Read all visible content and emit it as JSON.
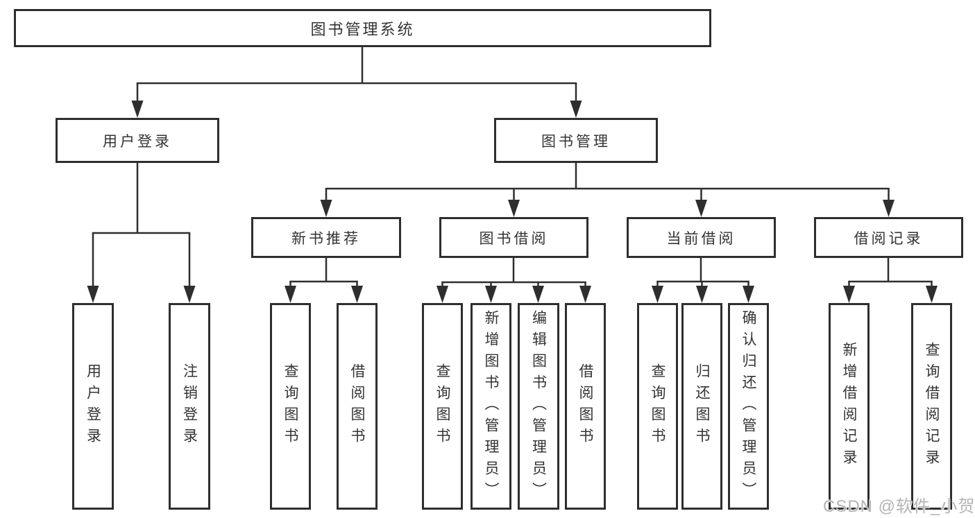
{
  "diagram": {
    "root": {
      "label": "图书管理系统",
      "children": [
        {
          "label": "用户登录",
          "children": [
            {
              "label": "用户登录"
            },
            {
              "label": "注销登录"
            }
          ]
        },
        {
          "label": "图书管理",
          "children": [
            {
              "label": "新书推荐",
              "children": [
                {
                  "label": "查询图书"
                },
                {
                  "label": "借阅图书"
                }
              ]
            },
            {
              "label": "图书借阅",
              "children": [
                {
                  "label": "查询图书"
                },
                {
                  "label": "新增图书（管理员）"
                },
                {
                  "label": "编辑图书（管理员）"
                },
                {
                  "label": "借阅图书"
                }
              ]
            },
            {
              "label": "当前借阅",
              "children": [
                {
                  "label": "查询图书"
                },
                {
                  "label": "归还图书"
                },
                {
                  "label": "确认归还（管理员）"
                }
              ]
            },
            {
              "label": "借阅记录",
              "children": [
                {
                  "label": "新增借阅记录"
                },
                {
                  "label": "查询借阅记录"
                }
              ]
            }
          ]
        }
      ]
    },
    "colors": {
      "line": "#2e2e2e",
      "text": "#333333",
      "background": "#ffffff",
      "watermark": "#b4b4b4"
    }
  },
  "watermark": {
    "text": "CSDN @软件_小贺同学"
  }
}
